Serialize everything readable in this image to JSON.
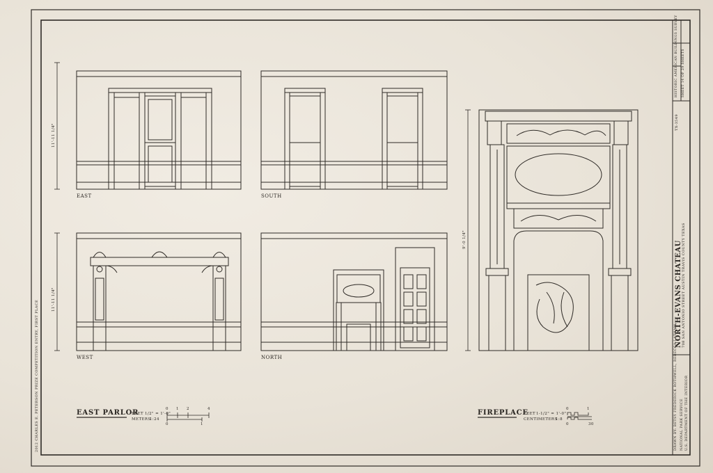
{
  "views": {
    "east": "EAST",
    "south": "SOUTH",
    "west": "WEST",
    "north": "NORTH"
  },
  "dims": {
    "upper": "11'-11 1/4\"",
    "lower": "11'-11 1/4\"",
    "fireplace": "9'-0 1/4\""
  },
  "east_parlor": {
    "title": "EAST PARLOR",
    "feet_label": "FEET",
    "feet_scale": "1/2\" = 1'-0\"",
    "meters_label": "METERS",
    "meters_scale": "1:24",
    "feet_ticks": [
      "0",
      "1",
      "2",
      "4"
    ],
    "meter_ticks": [
      "0",
      "1"
    ]
  },
  "fireplace": {
    "title": "FIREPLACE",
    "feet_label": "FEET",
    "feet_scale": "1-1/2\" = 1'-0\"",
    "cm_label": "CENTIMETERS",
    "cm_scale": "1:8",
    "feet_ticks": [
      "0",
      "1"
    ],
    "cm_ticks": [
      "0",
      "30"
    ]
  },
  "left_margin": "2012 CHARLES E. PETERSON PRIZE COMPETITION ENTRY, FIRST PLACE",
  "title_block": {
    "name": "NORTH-EVANS CHATEAU",
    "address": "708 SAN ANTONIO STREET    AUSTIN    TRAVIS COUNTY    TEXAS",
    "drawn_by": "DRAWN BY: BETSY FREDERICK ROTHWELL, REBECCA LATHAM",
    "agency1": "NATIONAL PARK SERVICE",
    "agency2": "U.S. DEPARTMENT OF THE INTERIOR",
    "survey": "HISTORIC AMERICAN BUILDINGS SURVEY",
    "sheet": "SHEET 14 OF 29 SHEETS",
    "habs": "TX-3549"
  }
}
